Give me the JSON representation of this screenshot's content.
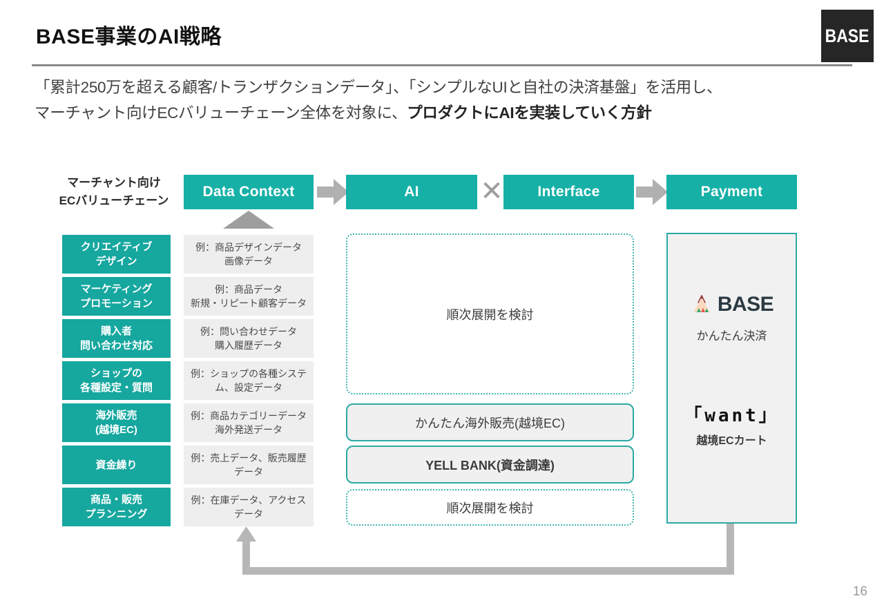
{
  "brand": {
    "logo_text": "BASE"
  },
  "header": {
    "title": "BASE事業のAI戦略"
  },
  "subtitle": {
    "line1": "「累計250万を超える顧客/トランザクションデータ」、「シンプルなUIと自社の決済基盤」を活用し、",
    "line2_a": "マーチャント向けECバリューチェーン全体を対象に、",
    "line2_b": "プロダクトにAIを実装していく方針"
  },
  "diagram": {
    "value_chain_label": "マーチャント向け\nECバリューチェーン",
    "value_chain_label_line1": "マーチャント向け",
    "value_chain_label_line2": "ECバリューチェーン",
    "column_headers": [
      {
        "label": "Data Context",
        "name": "data-context"
      },
      {
        "label": "AI",
        "name": "ai"
      },
      {
        "label": "Interface",
        "name": "interface"
      },
      {
        "label": "Payment",
        "name": "payment"
      }
    ],
    "connector_x": "✕",
    "chain_cells": [
      {
        "line1": "クリエイティブ",
        "line2": "デザイン"
      },
      {
        "line1": "マーケティング",
        "line2": "プロモーション"
      },
      {
        "line1": "購入者",
        "line2": "問い合わせ対応"
      },
      {
        "line1": "ショップの",
        "line2": "各種設定・質問"
      },
      {
        "line1": "海外販売",
        "line2": "(越境EC)"
      },
      {
        "line1": "資金繰り",
        "line2": ""
      },
      {
        "line1": "商品・販売",
        "line2": "プランニング"
      }
    ],
    "data_cells": [
      {
        "line1": "例：商品デザインデータ",
        "line2": "画像データ"
      },
      {
        "line1": "例：商品データ",
        "line2": "新規・リピート顧客データ"
      },
      {
        "line1": "例：問い合わせデータ",
        "line2": "購入履歴データ"
      },
      {
        "line1": "例：ショップの各種システ",
        "line2": "ム、設定データ"
      },
      {
        "line1": "例：商品カテゴリーデータ",
        "line2": "海外発送データ"
      },
      {
        "line1": "例：売上データ、販売履歴",
        "line2": "データ"
      },
      {
        "line1": "例：在庫データ、アクセス",
        "line2": "データ"
      }
    ],
    "panels": [
      {
        "label": "順次展開を検討",
        "style": "dotted"
      },
      {
        "label": "かんたん海外販売(越境EC)",
        "style": "solid"
      },
      {
        "label": "YELL BANK(資金調達)",
        "style": "solid"
      },
      {
        "label": "順次展開を検討",
        "style": "dotted"
      }
    ],
    "payment": {
      "logo_word": "BASE",
      "caption_1": "かんたん決済",
      "want_mark": "「want」",
      "caption_2": "越境ECカート"
    }
  },
  "footer": {
    "page_number": "16"
  },
  "colors": {
    "teal_header": "#16b0a7",
    "teal_chain": "#16a79f",
    "teal_border": "#2aa9a3",
    "gray_fill": "#eeeeee",
    "gray_arrow": "#b7b7b7",
    "logo_dark": "#262626"
  }
}
